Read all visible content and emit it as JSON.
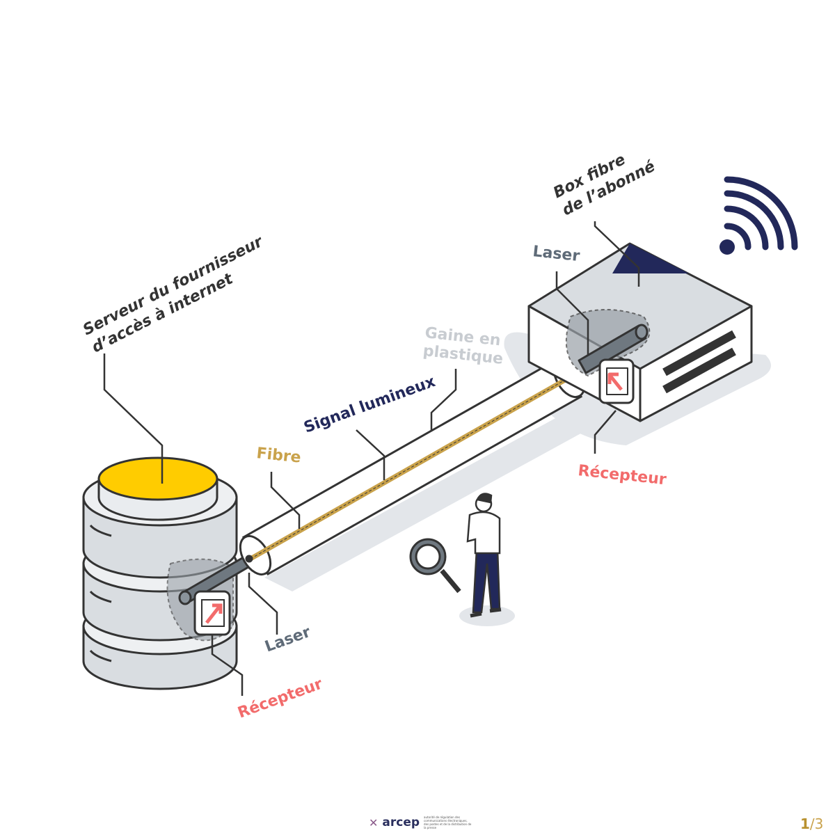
{
  "labels": {
    "server_line1": "Serveur du fournisseur",
    "server_line2": "d’accès à internet",
    "box_line1": "Box fibre",
    "box_line2": "de l’abonné",
    "laser_box": "Laser",
    "gaine_line1": "Gaine en",
    "gaine_line2": "plastique",
    "signal": "Signal lumineux",
    "fibre": "Fibre",
    "recepteur_box": "Récepteur",
    "laser_server": "Laser",
    "recepteur_server": "Récepteur"
  },
  "footer": {
    "logo": "arcep",
    "logo_subtitle": "autorité de régulation des communications électroniques, des postes et de la distribution de la presse",
    "page_current": "1",
    "page_total": "/3"
  },
  "colors": {
    "navy": "#22285a",
    "yellow": "#ffcc00",
    "fibre_gold": "#c9a24b",
    "red": "#f26b6b",
    "slate": "#5f6b78",
    "gray_light": "#d9dde1",
    "outline": "#333333"
  }
}
